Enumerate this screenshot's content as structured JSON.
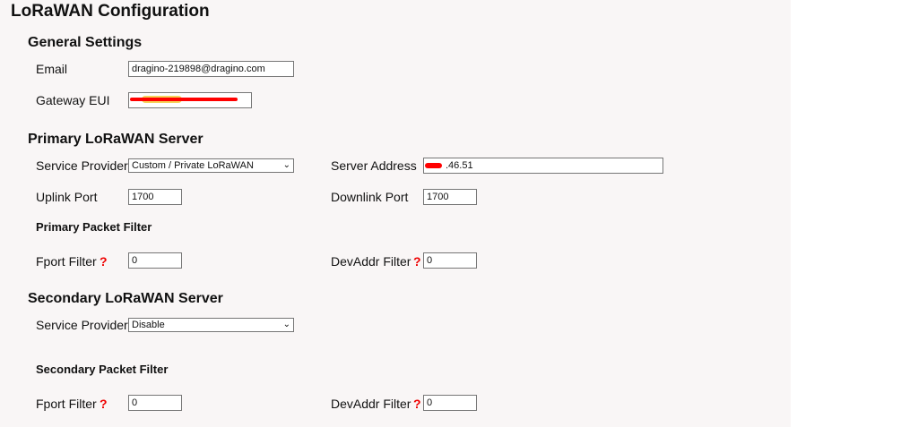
{
  "title": "LoRaWAN Configuration",
  "general": {
    "heading": "General Settings",
    "email_label": "Email",
    "email_value": "dragino-219898@dragino.com",
    "eui_label": "Gateway EUI",
    "eui_value": ""
  },
  "primary": {
    "heading": "Primary LoRaWAN Server",
    "provider_label": "Service Provider",
    "provider_value": "Custom / Private LoRaWAN",
    "address_label": "Server Address",
    "address_value": ".46.51",
    "uplink_label": "Uplink Port",
    "uplink_value": "1700",
    "downlink_label": "Downlink Port",
    "downlink_value": "1700",
    "filter_heading": "Primary Packet Filter",
    "fport_label": "Fport Filter",
    "fport_value": "0",
    "devaddr_label": "DevAddr Filter",
    "devaddr_value": "0"
  },
  "secondary": {
    "heading": "Secondary LoRaWAN Server",
    "provider_label": "Service Provider",
    "provider_value": "Disable",
    "filter_heading": "Secondary Packet Filter",
    "fport_label": "Fport Filter",
    "fport_value": "0",
    "devaddr_label": "DevAddr Filter",
    "devaddr_value": "0"
  },
  "help_glyph": "?",
  "icons": {
    "help": "question-mark-icon",
    "dropdown": "chevron-down-icon"
  },
  "colors": {
    "help": "#ee0000",
    "redaction": "#ff0000",
    "panel": "#f9f6f6"
  }
}
